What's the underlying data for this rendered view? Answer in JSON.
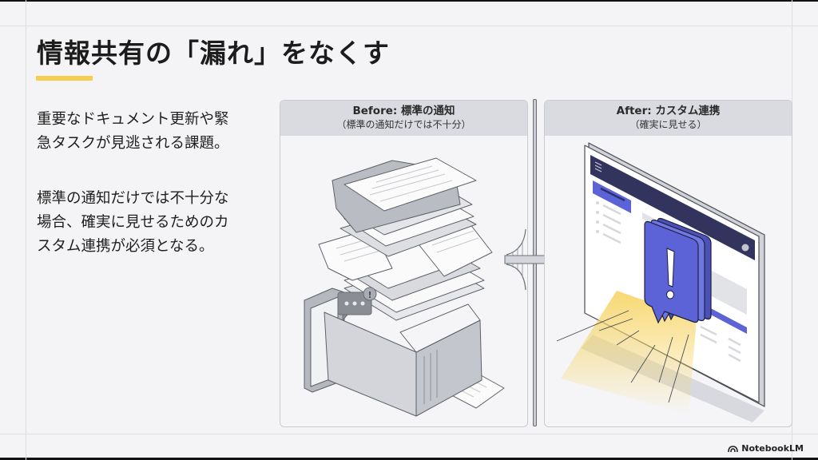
{
  "slide": {
    "title": "情報共有の「漏れ」をなくす",
    "accent_color": "#f7cf4e",
    "paragraphs": [
      "重要なドキュメント更新や緊急タスクが見逃される課題。",
      "標準の通知だけでは不十分な場合、確実に見せるためのカスタム連携が必須となる。"
    ],
    "before": {
      "title": "Before: 標準の通知",
      "subtitle": "（標準の通知だけでは不十分）",
      "illustration": "pile-of-documents-with-buried-notification"
    },
    "after": {
      "title": "After: カスタム連携",
      "subtitle": "（確実に見せる）",
      "illustration": "dashboard-screen-with-highlighted-alert",
      "alert_color": "#5b63d6",
      "header_color": "#33345e",
      "glow_color": "#f7d66b"
    },
    "divider": "bridge-connector-icon"
  },
  "branding": {
    "label": "NotebookLM"
  }
}
